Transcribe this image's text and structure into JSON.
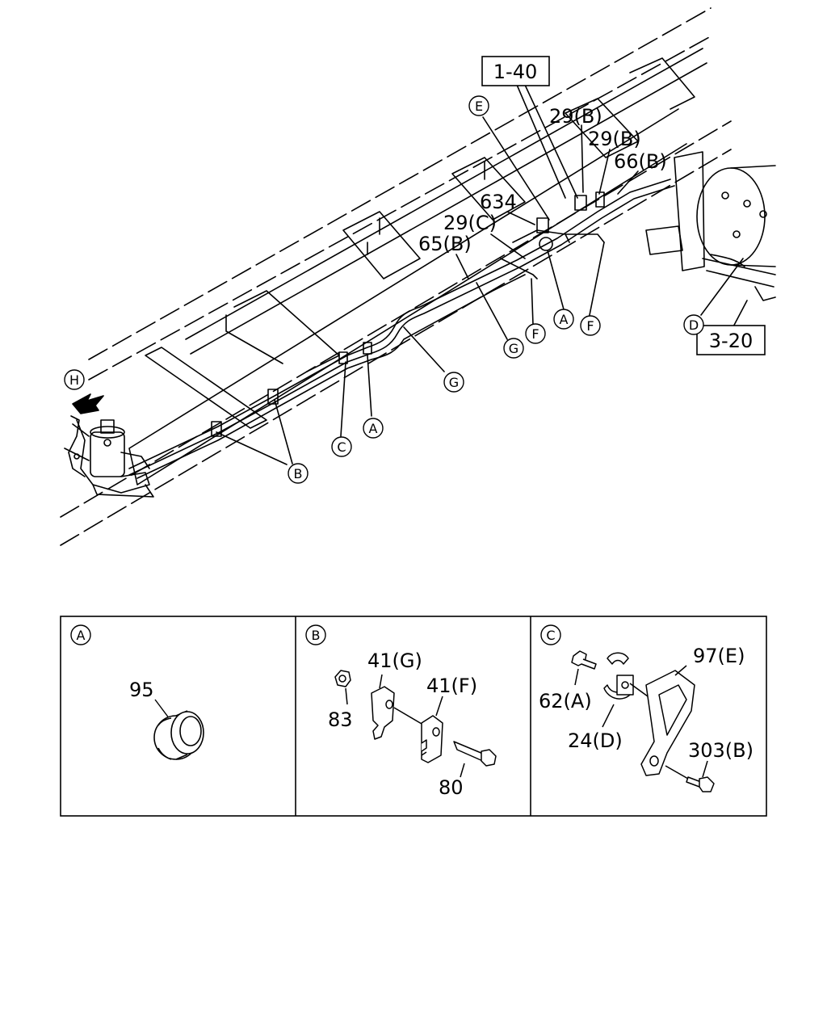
{
  "refs": {
    "r140": "1-40",
    "r320": "3-20"
  },
  "labels": {
    "l29b1": "29(B)",
    "l29b2": "29(B)",
    "l66b": "66(B)",
    "l634": "634",
    "l29c": "29(C)",
    "l65b": "65(B)"
  },
  "callouts": {
    "H": "H",
    "E": "E",
    "D": "D",
    "A1": "A",
    "F1": "F",
    "F2": "F",
    "G1": "G",
    "G2": "G",
    "A2": "A",
    "C1": "C",
    "B1": "B"
  },
  "detail_panels": {
    "A": {
      "key": "A",
      "part_95": "95"
    },
    "B": {
      "key": "B",
      "part_41g": "41(G)",
      "part_41f": "41(F)",
      "part_83": "83",
      "part_80": "80"
    },
    "C": {
      "key": "C",
      "part_97e": "97(E)",
      "part_62a": "62(A)",
      "part_24d": "24(D)",
      "part_303b": "303(B)"
    }
  }
}
